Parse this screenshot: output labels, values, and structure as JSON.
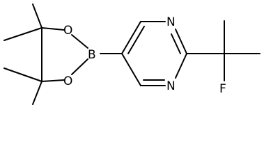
{
  "molecule": {
    "atoms": [
      {
        "id": "O1",
        "symbol": "O"
      },
      {
        "id": "O2",
        "symbol": "O"
      },
      {
        "id": "B",
        "symbol": "B"
      },
      {
        "id": "N1",
        "symbol": "N"
      },
      {
        "id": "N2",
        "symbol": "N"
      },
      {
        "id": "F",
        "symbol": "F"
      }
    ]
  }
}
